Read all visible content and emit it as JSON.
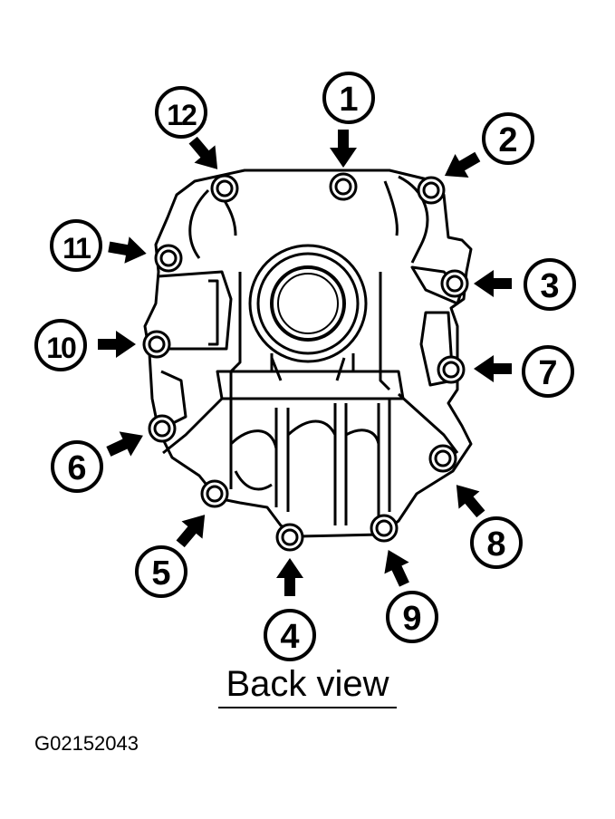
{
  "caption": "Back view",
  "figure_id": "G02152043",
  "callouts": [
    {
      "id": "1",
      "label": "1"
    },
    {
      "id": "2",
      "label": "2"
    },
    {
      "id": "3",
      "label": "3"
    },
    {
      "id": "4",
      "label": "4"
    },
    {
      "id": "5",
      "label": "5"
    },
    {
      "id": "6",
      "label": "6"
    },
    {
      "id": "7",
      "label": "7"
    },
    {
      "id": "8",
      "label": "8"
    },
    {
      "id": "9",
      "label": "9"
    },
    {
      "id": "10",
      "label": "10"
    },
    {
      "id": "11",
      "label": "11"
    },
    {
      "id": "12",
      "label": "12"
    }
  ]
}
